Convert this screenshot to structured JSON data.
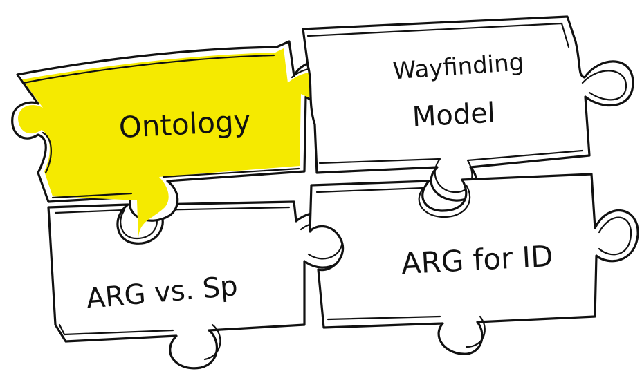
{
  "colors": {
    "highlight": "#f5ea00",
    "stroke": "#111111",
    "background": "#ffffff"
  },
  "pieces": [
    {
      "id": "ontology",
      "label": "Ontology",
      "highlighted": true
    },
    {
      "id": "wayfinding-model",
      "label_line1": "Wayfinding",
      "label_line2": "Model",
      "highlighted": false
    },
    {
      "id": "arg-vs-sp",
      "label": "ARG vs. Sp",
      "highlighted": false
    },
    {
      "id": "arg-for-id",
      "label": "ARG for ID",
      "highlighted": false
    }
  ]
}
